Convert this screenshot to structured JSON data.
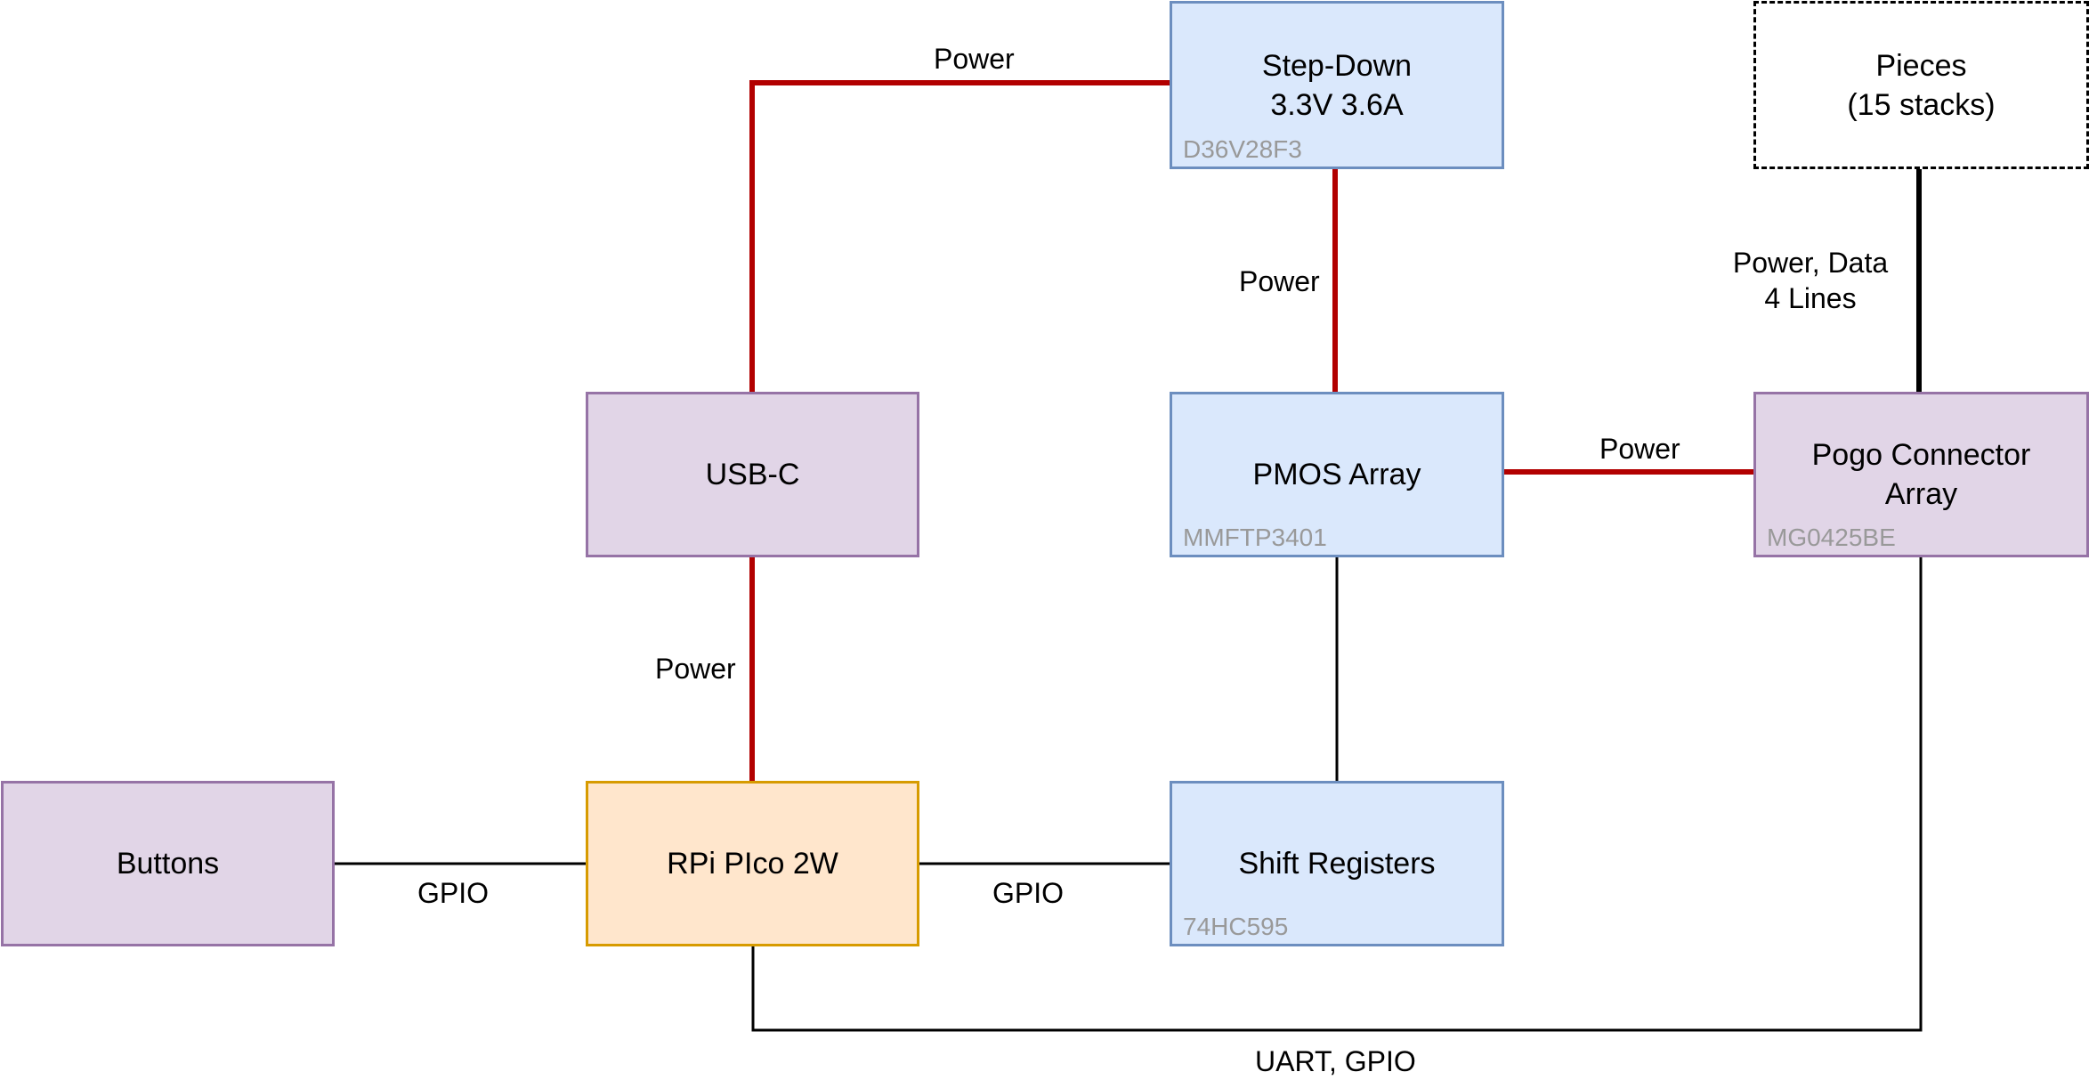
{
  "diagram": {
    "colors": {
      "power_wire": "#B20000",
      "data_wire": "#000000",
      "blue_fill": "#DAE8FC",
      "blue_border": "#6C8EBF",
      "purple_fill": "#E1D5E7",
      "purple_border": "#9673A6",
      "orange_fill": "#FFE6CC",
      "orange_border": "#D79B00",
      "part_number_text": "#999999"
    },
    "nodes": {
      "step_down": {
        "title": "Step-Down\n3.3V 3.6A",
        "part": "D36V28F3"
      },
      "pieces": {
        "title": "Pieces\n(15 stacks)"
      },
      "usb_c": {
        "title": "USB-C"
      },
      "pmos_array": {
        "title": "PMOS Array",
        "part": "MMFTP3401"
      },
      "pogo_array": {
        "title": "Pogo Connector\nArray",
        "part": "MG0425BE"
      },
      "buttons": {
        "title": "Buttons"
      },
      "rpi_pico": {
        "title": "RPi PIco 2W"
      },
      "shift_registers": {
        "title": "Shift Registers",
        "part": "74HC595"
      }
    },
    "edges": {
      "usb_to_stepdown": "Power",
      "stepdown_to_pmos": "Power",
      "pieces_to_pogo": "Power, Data\n4 Lines",
      "pmos_to_pogo": "Power",
      "usb_to_pico": "Power",
      "buttons_to_pico": "GPIO",
      "pico_to_shift": "GPIO",
      "pico_to_pogo": "UART, GPIO"
    }
  }
}
